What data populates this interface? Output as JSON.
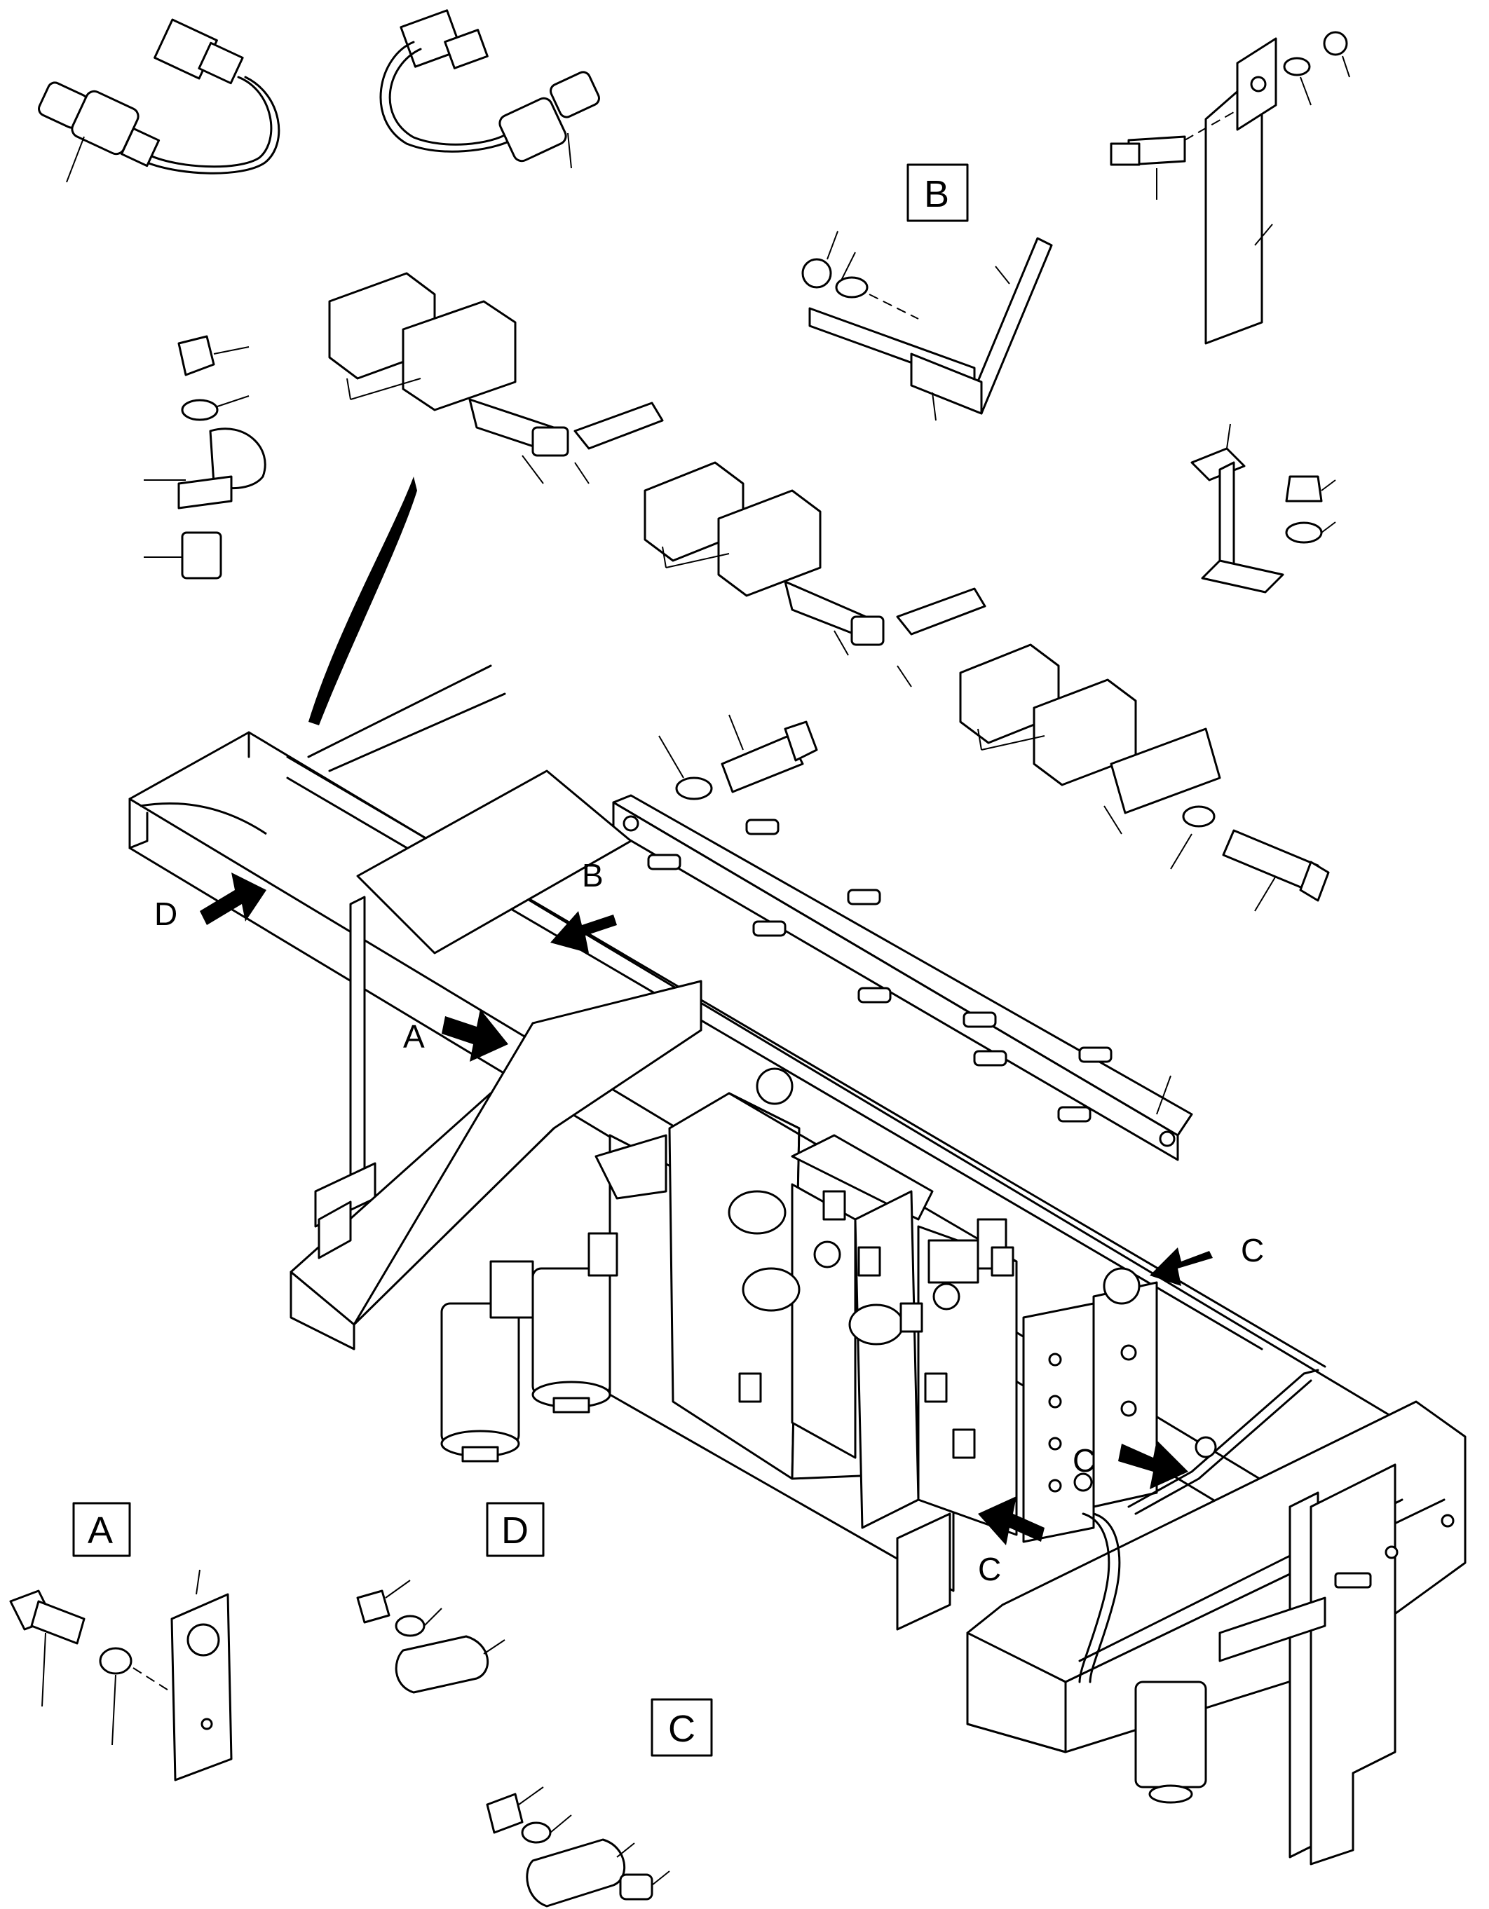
{
  "detail_boxes": {
    "a": "A",
    "b": "B",
    "c": "C",
    "d": "D"
  },
  "callouts": {
    "a": "A",
    "b": "B",
    "c1": "C",
    "c2": "C",
    "c3": "C",
    "d": "D"
  }
}
